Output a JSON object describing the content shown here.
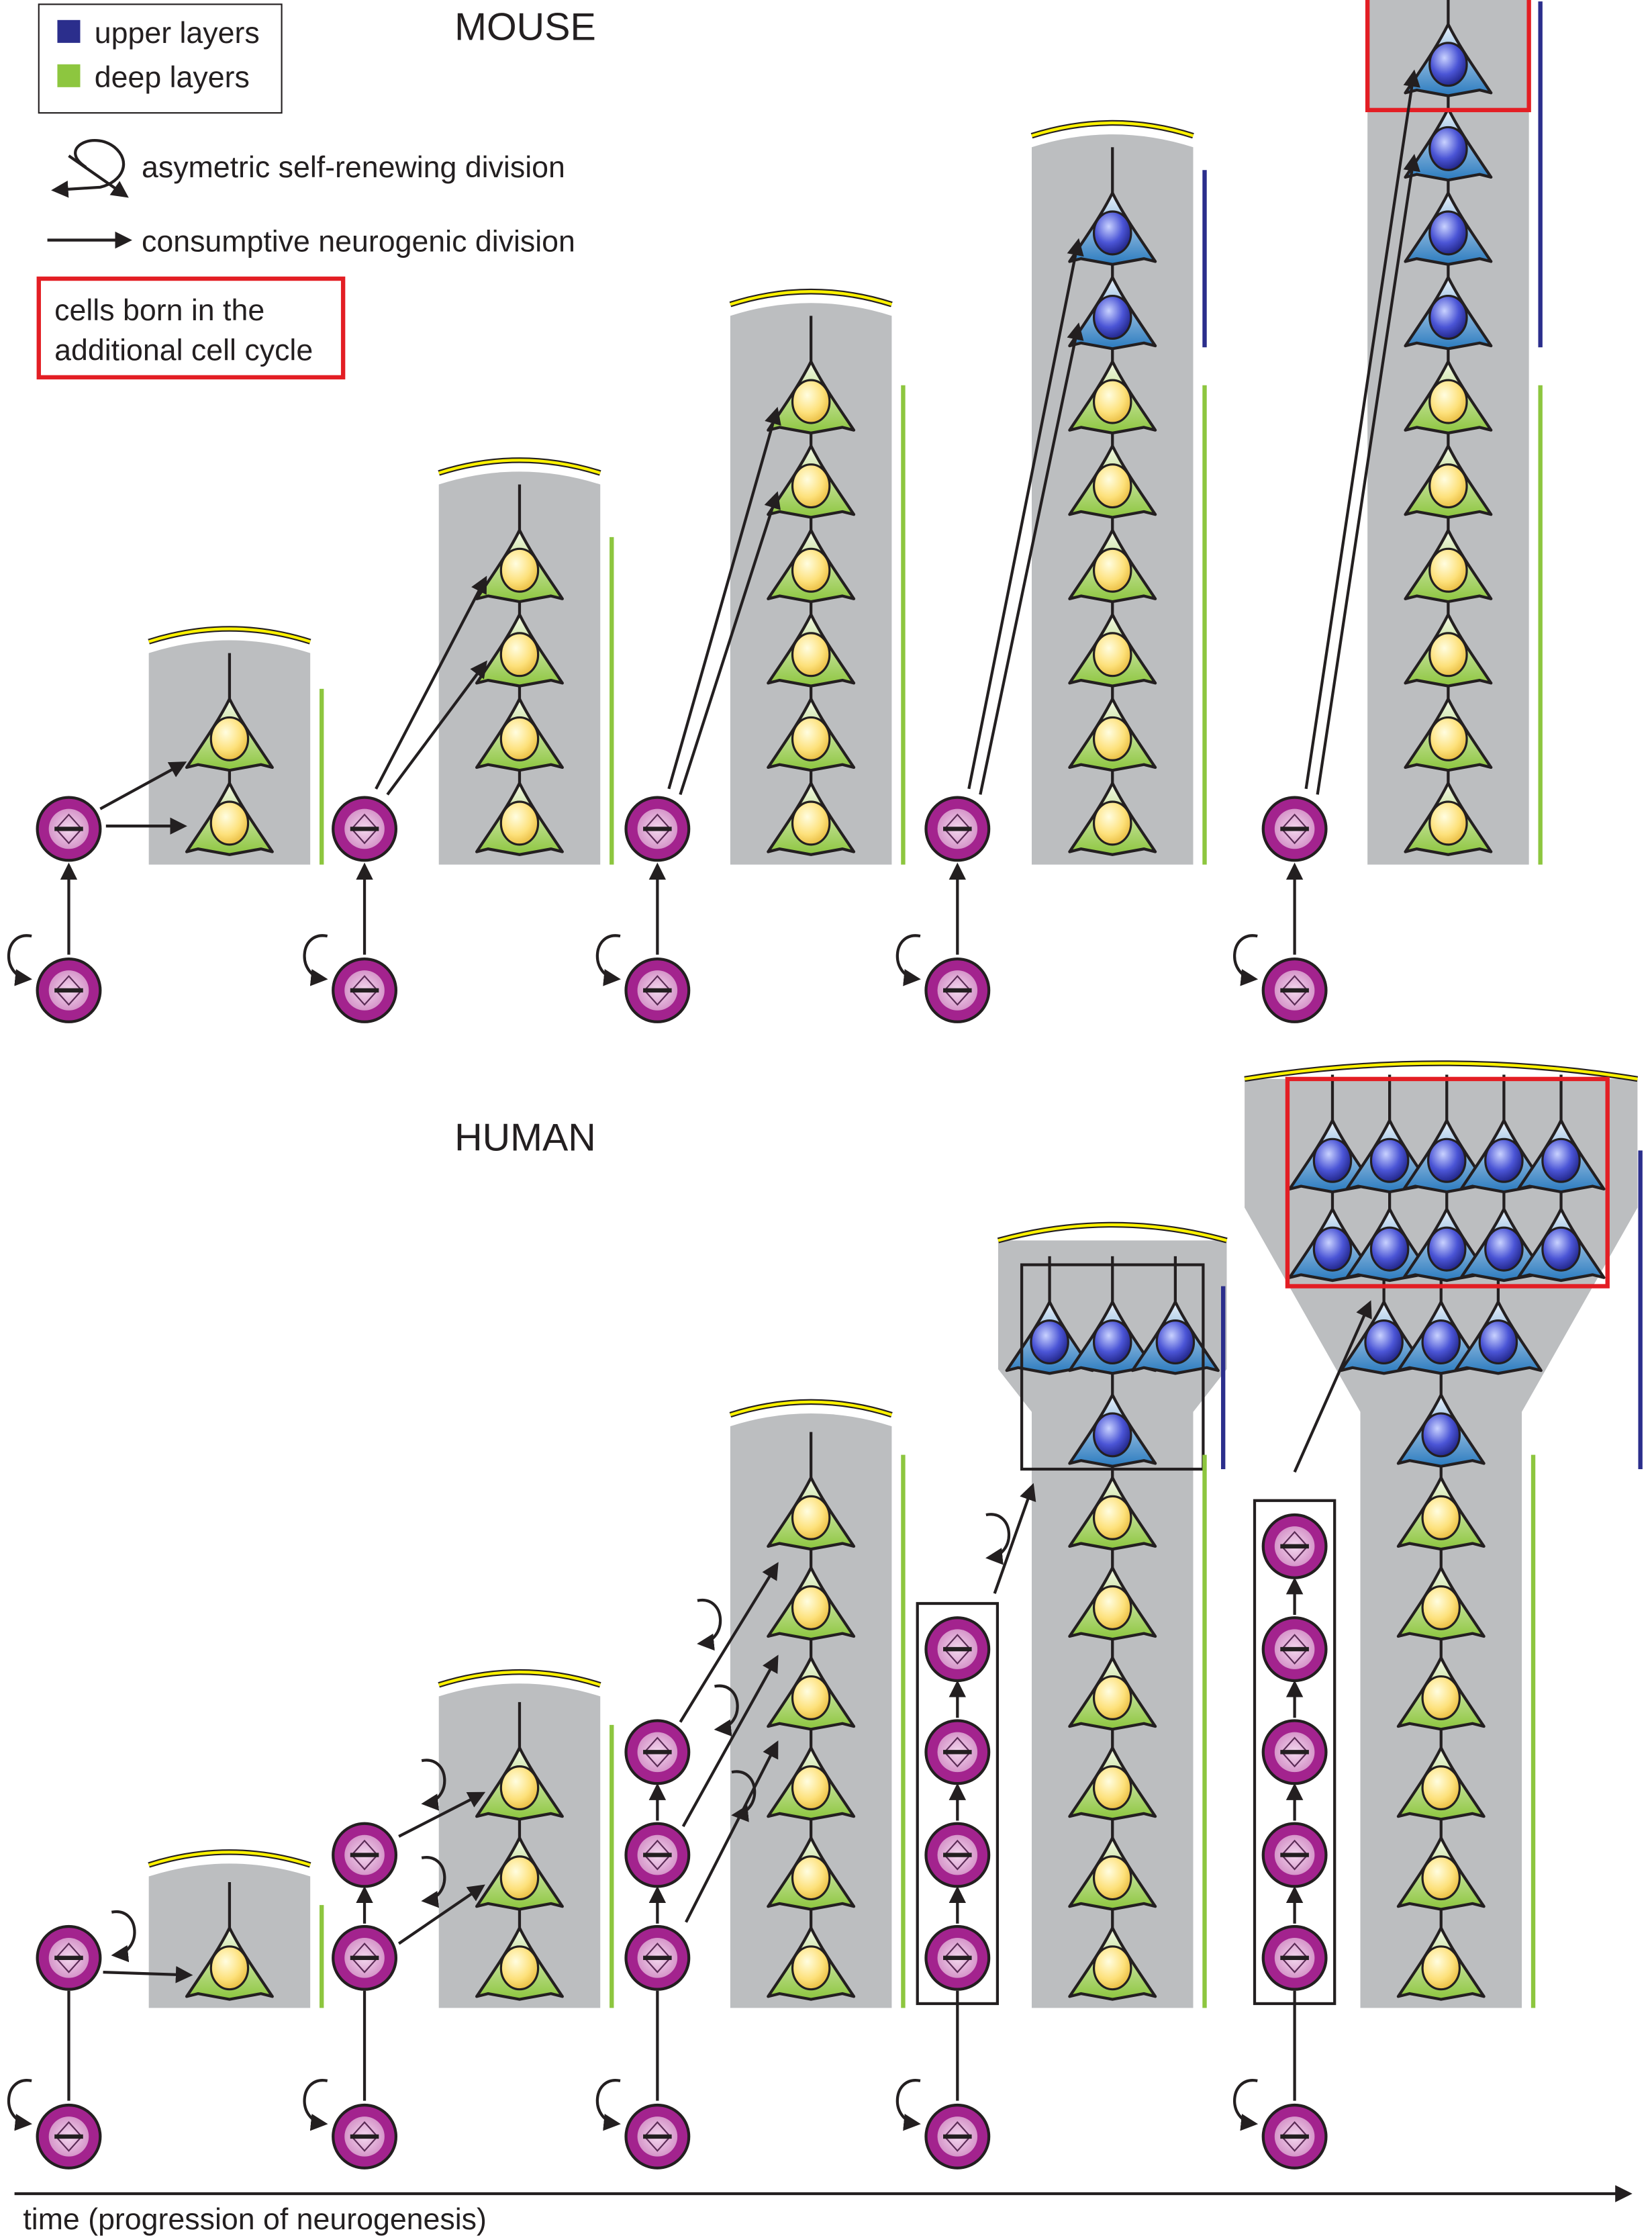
{
  "titles": {
    "mouse": "MOUSE",
    "human": "HUMAN"
  },
  "legend": {
    "upper_layers": "upper layers",
    "deep_layers": "deep layers",
    "upper_color": "#2b2e8c",
    "deep_color": "#8dc63f"
  },
  "key": {
    "self_renewing": "asymetric self-renewing division",
    "consumptive": "consumptive neurogenic division",
    "additional_cycle_line1": "cells born in the",
    "additional_cycle_line2": "additional cell cycle",
    "additional_cycle_color": "#e31e24"
  },
  "axis": {
    "time_label": "time (progression of neurogenesis)"
  },
  "mouse_stages": [
    {
      "deep": 2,
      "upper": 0,
      "highlight_upper": 0
    },
    {
      "deep": 4,
      "upper": 0,
      "highlight_upper": 0
    },
    {
      "deep": 6,
      "upper": 0,
      "highlight_upper": 0
    },
    {
      "deep": 6,
      "upper": 2,
      "highlight_upper": 0
    },
    {
      "deep": 6,
      "upper": 4,
      "highlight_upper": 2
    }
  ],
  "human_stages": [
    {
      "deep": 1,
      "upper": 0,
      "progenitors": 2
    },
    {
      "deep": 3,
      "upper": 0,
      "progenitors": 3
    },
    {
      "deep": 6,
      "upper": 0,
      "progenitors": 4
    },
    {
      "deep": 6,
      "upper": 4,
      "progenitors": 5,
      "boxed_progenitors": 4
    },
    {
      "deep": 6,
      "upper": 14,
      "progenitors": 6,
      "boxed_progenitors": 5,
      "highlight_upper": 10
    }
  ],
  "colors": {
    "column": "#bcbec0",
    "pia": "#fff200",
    "progenitor": "#a3238e",
    "deep_neuron": "#8dc63f",
    "upper_neuron": "#2b7bbf"
  }
}
